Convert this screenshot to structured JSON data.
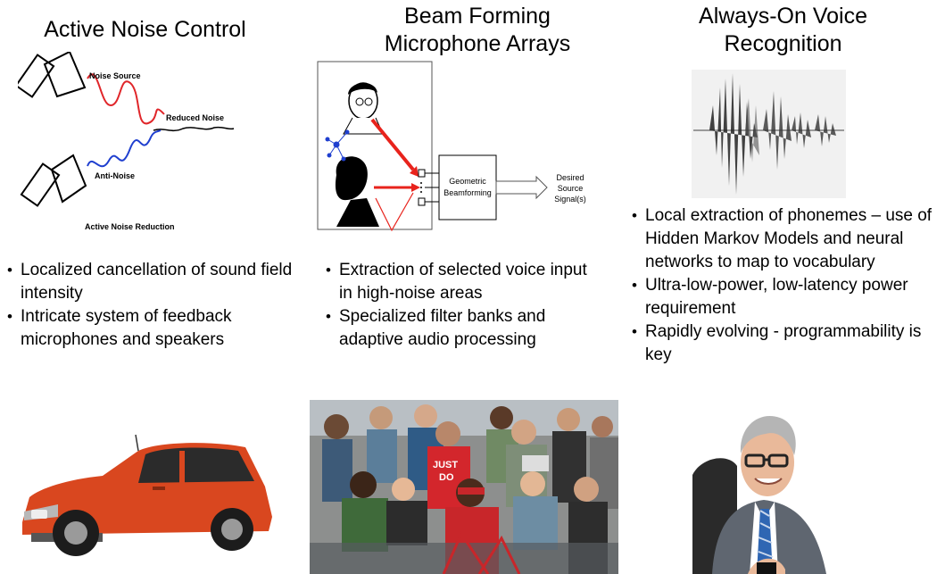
{
  "columns": [
    {
      "title": "Active Noise Control",
      "diagram": {
        "noise_source": "Noise Source",
        "reduced_noise": "Reduced Noise",
        "anti_noise": "Anti-Noise",
        "caption": "Active Noise Reduction"
      },
      "bullets": [
        "Localized cancellation of sound field intensity",
        "Intricate system of feedback microphones and speakers"
      ],
      "photo": {
        "subject": "orange SUV",
        "icon": "car-photo"
      }
    },
    {
      "title_line1": "Beam Forming",
      "title_line2": "Microphone Arrays",
      "diagram": {
        "block_line1": "Geometric",
        "block_line2": "Beamforming",
        "output_line1": "Desired",
        "output_line2": "Source",
        "output_line3": "Signal(s)"
      },
      "bullets": [
        "Extraction of selected voice input in high-noise areas",
        "Specialized filter banks and adaptive audio processing"
      ],
      "photo": {
        "subject": "crowd of people",
        "icon": "crowd-photo"
      }
    },
    {
      "title_line1": "Always-On Voice",
      "title_line2": "Recognition",
      "bullets": [
        "Local extraction of phonemes – use of Hidden Markov Models and neural networks to map to vocabulary",
        "Ultra-low-power, low-latency power requirement",
        "Rapidly evolving - programmability is key"
      ],
      "photo": {
        "subject": "businessman with phone",
        "icon": "businessman-photo"
      }
    }
  ],
  "colors": {
    "noise": "#e0262a",
    "anti_noise": "#1f3fcf",
    "beam_arrow": "#e8231c",
    "car": "#d9471f"
  }
}
